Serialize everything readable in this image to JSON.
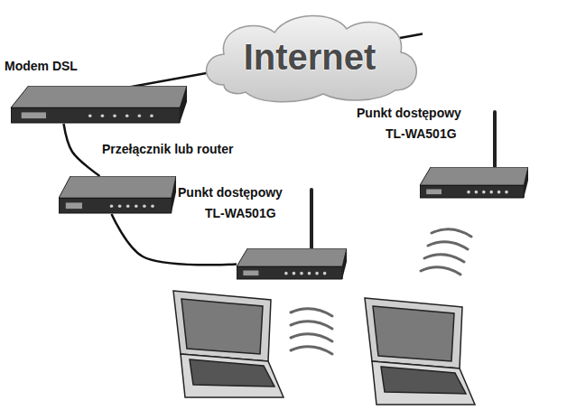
{
  "diagram": {
    "nodes": [
      {
        "text": [
          "Internet"
        ]
      },
      {
        "text": [
          "Modem DSL"
        ]
      },
      {
        "text": [
          "Punkt dostępowy",
          "TL-WA501G"
        ]
      },
      {
        "text": [
          "Przełącznik lub router"
        ]
      },
      {
        "text": [
          "Punkt dostępowy",
          "TL-WA501G"
        ]
      }
    ],
    "edges": [
      {
        "from": 0,
        "to": 1,
        "arrow": "none"
      },
      {
        "from": 1,
        "to": 3,
        "arrow": "none"
      },
      {
        "from": 3,
        "to": 4,
        "arrow": "none"
      }
    ]
  }
}
